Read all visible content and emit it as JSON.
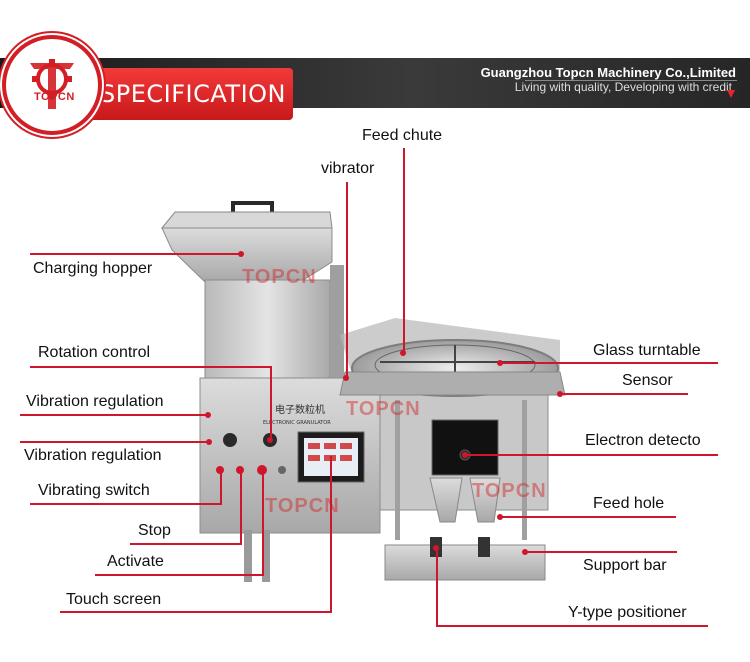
{
  "header": {
    "section_title": "SPECIFICATION",
    "company_name": "Guangzhou Topcn Machinery Co.,Limited",
    "tagline": "Living with quality, Developing with credit",
    "logo_text": "TOPCN"
  },
  "machine": {
    "panel_text_cn": "电子数粒机",
    "panel_text_en": "ELECTRONIC GRANULATOR",
    "watermark": "TOPCN"
  },
  "labels": {
    "feed_chute": "Feed chute",
    "vibrator": "vibrator",
    "charging_hopper": "Charging hopper",
    "rotation_control": "Rotation control",
    "vibration_regulation_1": "Vibration regulation",
    "vibration_regulation_2": "Vibration regulation",
    "vibrating_switch": "Vibrating switch",
    "stop": "Stop",
    "activate": "Activate",
    "touch_screen": "Touch screen",
    "glass_turntable": "Glass turntable",
    "sensor": "Sensor",
    "electron_detecto": "Electron detecto",
    "feed_hole": "Feed hole",
    "support_bar": "Support bar",
    "y_type_positioner": "Y-type positioner"
  },
  "colors": {
    "accent": "#d0162a",
    "header_bg": "#2a2a2a",
    "banner": "#e12a2c"
  }
}
